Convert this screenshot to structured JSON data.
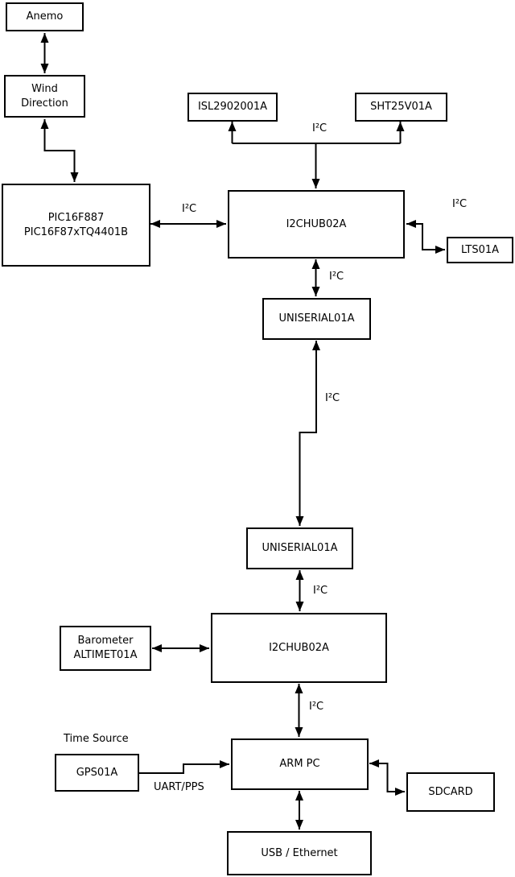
{
  "diagram": {
    "colors": {
      "background": "#ffffff",
      "line": "#000000",
      "box_fill": "#ffffff",
      "text": "#000000"
    },
    "boxes": {
      "anemo": "Anemo",
      "wind_direction": "Wind\nDirection",
      "pic": "PIC16F887\nPIC16F87xTQ4401B",
      "isl": "ISL2902001A",
      "sht": "SHT25V01A",
      "i2chub_top": "I2CHUB02A",
      "lts": "LTS01A",
      "uniserial_top": "UNISERIAL01A",
      "uniserial_bottom": "UNISERIAL01A",
      "i2chub_bottom": "I2CHUB02A",
      "barometer": "Barometer\nALTIMET01A",
      "gps": "GPS01A",
      "arm_pc": "ARM PC",
      "sdcard": "SDCARD",
      "usb_ethernet": "USB / Ethernet"
    },
    "bus_labels": {
      "isl_sht_branch": "I²C",
      "pic_hub1": "I²C",
      "hub1_lts": "I²C",
      "hub1_uniserial1": "I²C",
      "uniserial1_uniserial2": "I²C",
      "uniserial2_hub2": "I²C",
      "hub2_armpc": "I²C"
    },
    "annotations": {
      "time_source": "Time Source",
      "uart_pps": "UART/PPS"
    }
  }
}
